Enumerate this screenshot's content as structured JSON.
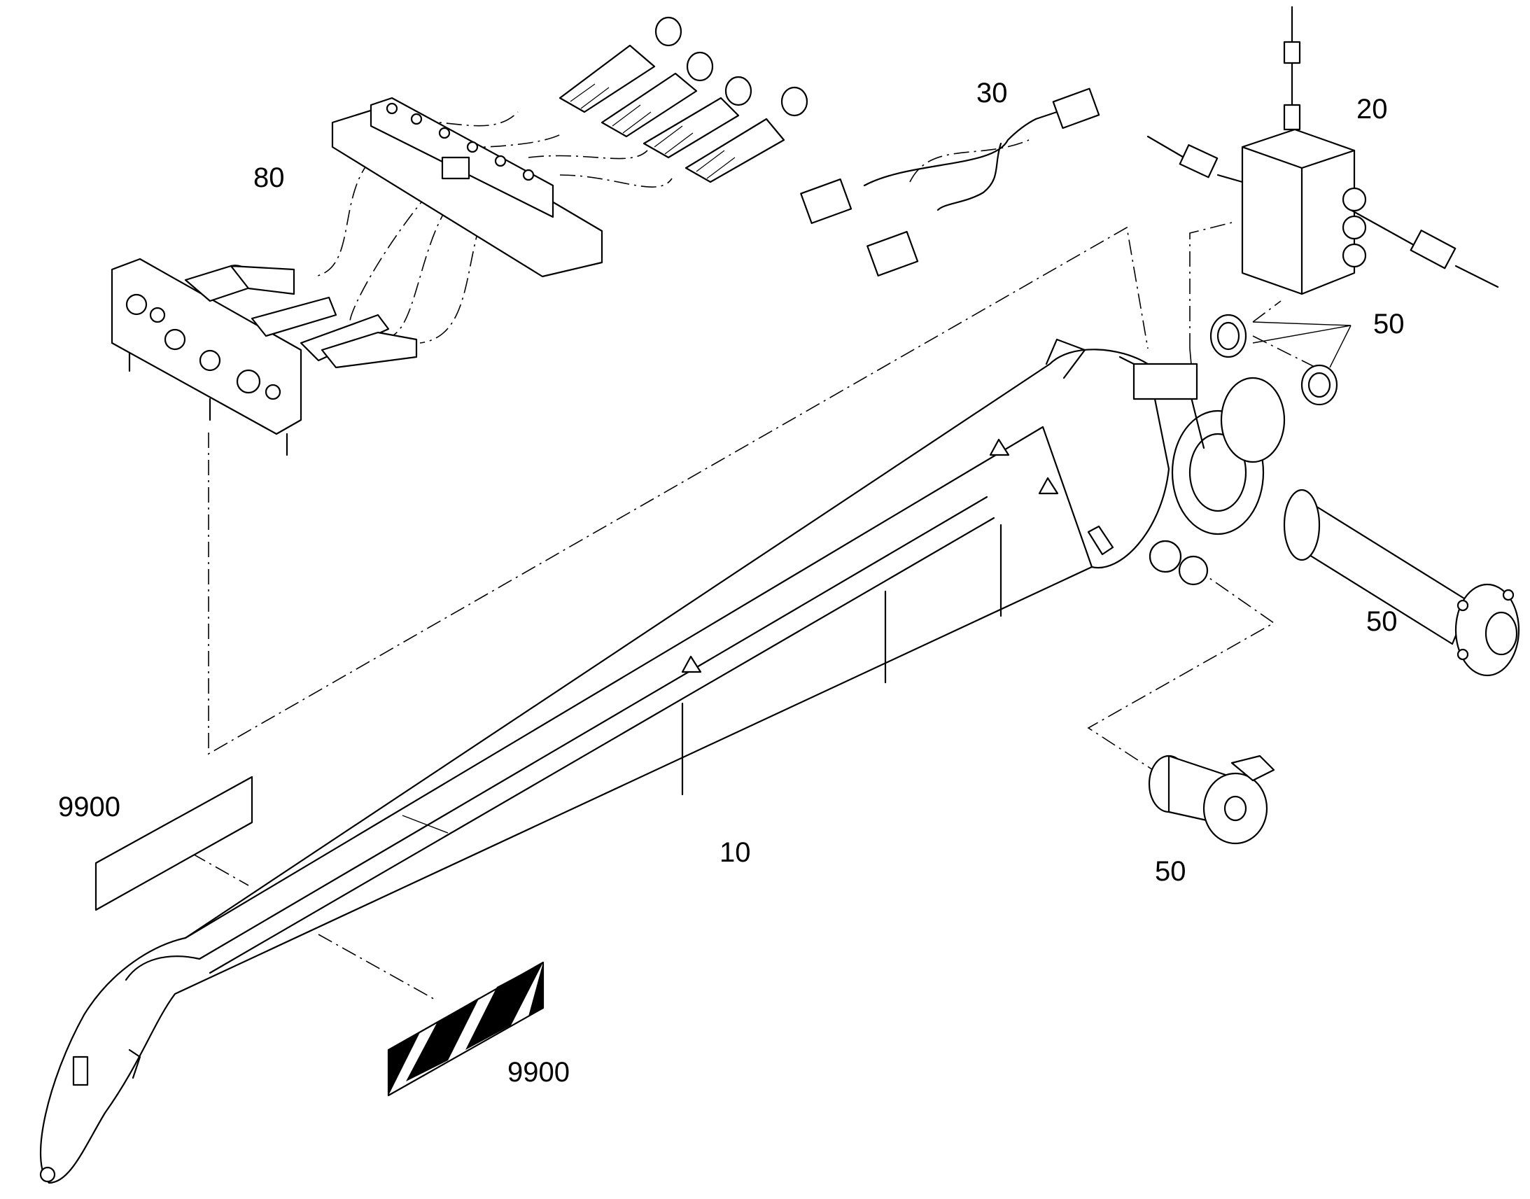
{
  "callouts": {
    "boom": "10",
    "valve_block": "20",
    "sensor_cable": "30",
    "seal_rings": "50",
    "pivot_pin": "50",
    "lower_pin": "50",
    "hose_clamp_bar": "80",
    "decal_plain": "9900",
    "decal_striped": "9900"
  }
}
